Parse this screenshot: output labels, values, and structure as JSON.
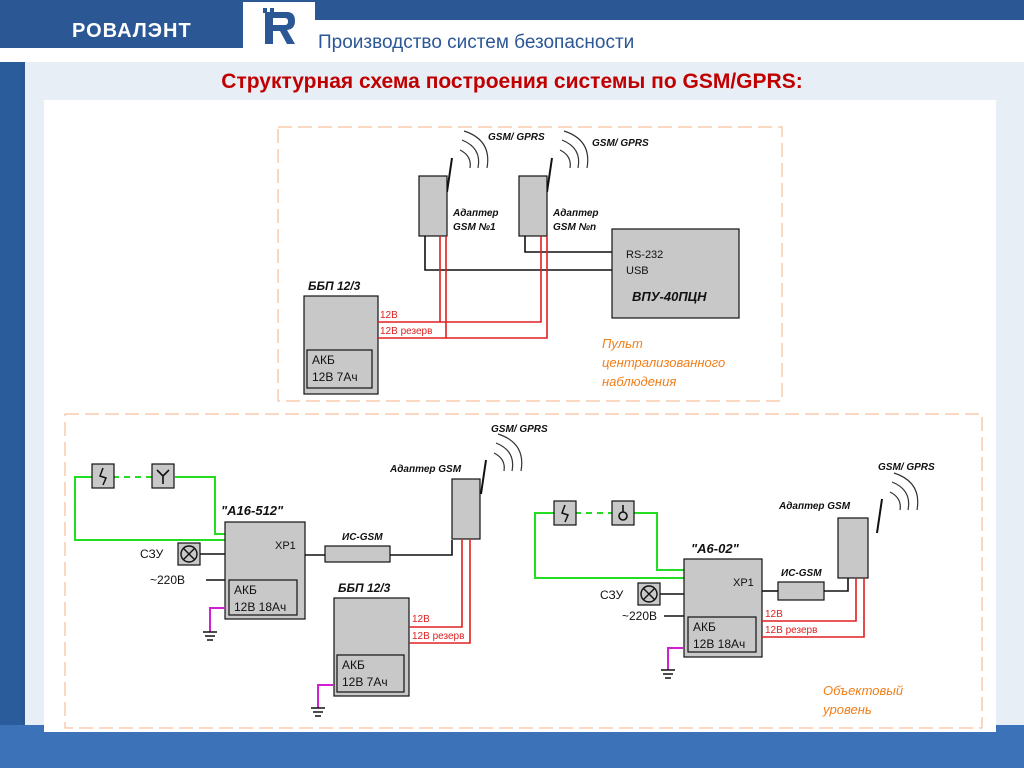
{
  "header": {
    "brand": "РОВАЛЭНТ",
    "slogan": "Производство систем безопасности"
  },
  "title": "Структурная схема построения системы по GSM/GPRS:",
  "central": {
    "gsm1": "GSM/ GPRS",
    "gsm2": "GSM/ GPRS",
    "adapter1_line1": "Адаптер",
    "adapter1_line2": "GSM №1",
    "adapter2_line1": "Адаптер",
    "adapter2_line2": "GSM №n",
    "vpu_rs": "RS-232",
    "vpu_usb": "USB",
    "vpu_name": "ВПУ-40ПЦН",
    "bbp_label": "ББП 12/3",
    "v12": "12В",
    "v12r": "12В резерв",
    "akb_line1": "АКБ",
    "akb_line2": "12В 7Ач",
    "caption_line1": "Пульт",
    "caption_line2": "централизованного",
    "caption_line3": "наблюдения"
  },
  "object": {
    "left": {
      "gsm": "GSM/ GPRS",
      "adapter": "Адаптер GSM",
      "panel": "\"А16-512\"",
      "xp1": "XP1",
      "akb_line1": "АКБ",
      "akb_line2": "12В 18Ач",
      "szu": "СЗУ",
      "mains": "~220В",
      "is_gsm": "ИС-GSM",
      "bbp_label": "ББП 12/3",
      "v12": "12В",
      "v12r": "12В резерв",
      "bbp_akb_line1": "АКБ",
      "bbp_akb_line2": "12В 7Ач"
    },
    "right": {
      "gsm": "GSM/ GPRS",
      "adapter": "Адаптер GSM",
      "panel": "\"А6-02\"",
      "xp1": "XP1",
      "is_gsm": "ИС-GSM",
      "szu": "СЗУ",
      "mains": "~220В",
      "v12": "12В",
      "v12r": "12В резерв",
      "akb_line1": "АКБ",
      "akb_line2": "12В 18Ач"
    },
    "caption_line1": "Объектовый",
    "caption_line2": "уровень"
  },
  "colors": {
    "header_blue": "#2b5795",
    "title_red": "#c00000",
    "wire_red": "#e02020",
    "wire_green": "#22dd22",
    "wire_magenta": "#d020d0",
    "box_gray": "#c8c8c8",
    "caption_orange": "#f07f1a",
    "dash_border": "#f4b183"
  }
}
